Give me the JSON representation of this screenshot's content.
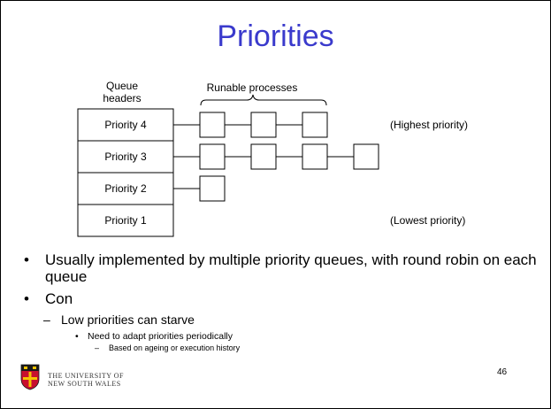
{
  "slide": {
    "title": "Priorities",
    "page_number": "46",
    "university": {
      "line1": "THE UNIVERSITY OF",
      "line2": "NEW SOUTH WALES"
    }
  },
  "diagram": {
    "queue_headers_line1": "Queue",
    "queue_headers_line2": "headers",
    "runable_label": "Runable processes",
    "queues": [
      {
        "label": "Priority 4",
        "processes": 3,
        "note": "(Highest priority)"
      },
      {
        "label": "Priority 3",
        "processes": 4,
        "note": ""
      },
      {
        "label": "Priority 2",
        "processes": 1,
        "note": ""
      },
      {
        "label": "Priority 1",
        "processes": 0,
        "note": "(Lowest priority)"
      }
    ]
  },
  "bullets": [
    {
      "text": "Usually implemented by multiple priority queues, with round robin on each queue"
    },
    {
      "text": "Con",
      "children": [
        {
          "text": "Low priorities can starve",
          "children": [
            {
              "text": "Need to adapt priorities periodically",
              "children": [
                {
                  "text": "Based on ageing or execution history"
                }
              ]
            }
          ]
        }
      ]
    }
  ],
  "colors": {
    "title": "#3a3acc",
    "crest_red": "#c8102e",
    "crest_gold": "#f5c400",
    "crest_black": "#1a1a1a"
  }
}
